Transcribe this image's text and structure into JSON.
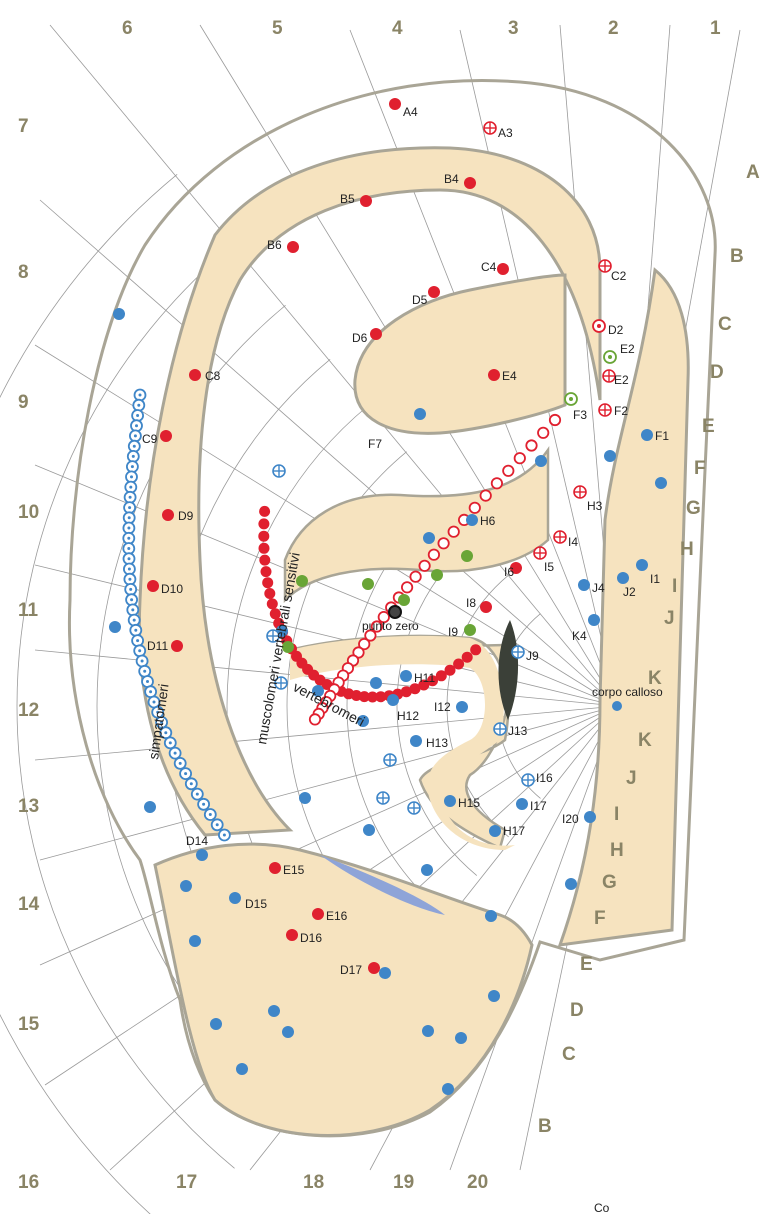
{
  "top_numbers": [
    "6",
    "5",
    "4",
    "3",
    "2",
    "1"
  ],
  "left_numbers": [
    "7",
    "8",
    "9",
    "10",
    "11",
    "12",
    "13",
    "14",
    "15",
    "16"
  ],
  "bottom_numbers": [
    "17",
    "18",
    "19",
    "20"
  ],
  "right_letters": [
    "A",
    "B",
    "C",
    "D",
    "E",
    "F",
    "G",
    "H",
    "I",
    "J",
    "K",
    "K",
    "J",
    "I",
    "H",
    "G",
    "F",
    "E",
    "D",
    "C",
    "B"
  ],
  "rotated_labels": {
    "sympathetic": "simpatomeri",
    "muscle": "muscolomeri vertebrali sensitivi",
    "vertebral": "vertebromeri"
  },
  "special_labels": {
    "zero_point": "punto zero",
    "corpus_callosum": "corpo calloso",
    "cut_text": "Co"
  },
  "colors": {
    "fill": "#f6e3bf",
    "outline": "#a9a596",
    "red": "#e0202f",
    "blue": "#3f86c8",
    "green": "#69a536",
    "grid": "#9a9a9a",
    "edge_label": "#8a8466"
  },
  "points": {
    "red": [
      {
        "label": "A4"
      },
      {
        "label": "B4"
      },
      {
        "label": "B5"
      },
      {
        "label": "B6"
      },
      {
        "label": "C4"
      },
      {
        "label": "D5"
      },
      {
        "label": "D6"
      },
      {
        "label": "E4"
      },
      {
        "label": "C8"
      },
      {
        "label": "C9"
      },
      {
        "label": "D9"
      },
      {
        "label": "D10"
      },
      {
        "label": "D11"
      },
      {
        "label": "I6"
      },
      {
        "label": "I8"
      },
      {
        "label": "E15"
      },
      {
        "label": "E16"
      },
      {
        "label": "D16"
      },
      {
        "label": "D17"
      }
    ],
    "red_cross": [
      {
        "label": "A3"
      },
      {
        "label": "C2"
      },
      {
        "label": "E2"
      },
      {
        "label": "F2"
      },
      {
        "label": "H3"
      },
      {
        "label": "I4"
      },
      {
        "label": "I5"
      }
    ],
    "red_ring": [
      {
        "label": "D2"
      }
    ],
    "green_ring": [
      {
        "label": "E2"
      },
      {
        "label": "F3"
      }
    ],
    "blue": [
      {
        "label": "F1"
      },
      {
        "label": "H6"
      },
      {
        "label": "J4"
      },
      {
        "label": "J2"
      },
      {
        "label": "I1"
      },
      {
        "label": "K4"
      },
      {
        "label": "H11"
      },
      {
        "label": "H12"
      },
      {
        "label": "I12"
      },
      {
        "label": "H13"
      },
      {
        "label": "H15"
      },
      {
        "label": "I17"
      },
      {
        "label": "H17"
      },
      {
        "label": "I20"
      },
      {
        "label": "D14"
      },
      {
        "label": "D15"
      }
    ],
    "blue_cross": [
      {
        "label": "J9"
      },
      {
        "label": "J13"
      },
      {
        "label": "I16"
      }
    ],
    "green": [
      {
        "label": "I9"
      }
    ],
    "headline": [
      {
        "label": "F7"
      }
    ]
  }
}
